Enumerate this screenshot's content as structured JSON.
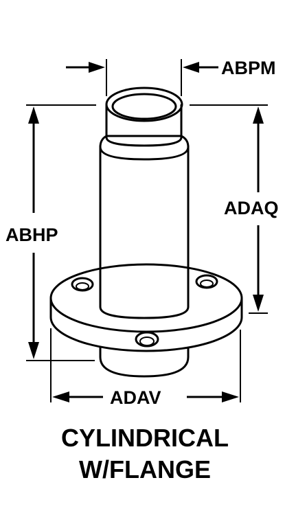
{
  "dimensions": {
    "top_width": "ABPM",
    "overall_height": "ABHP",
    "tube_height": "ADAQ",
    "flange_diameter": "ADAV"
  },
  "caption": {
    "line1": "CYLINDRICAL",
    "line2": "W/FLANGE"
  }
}
